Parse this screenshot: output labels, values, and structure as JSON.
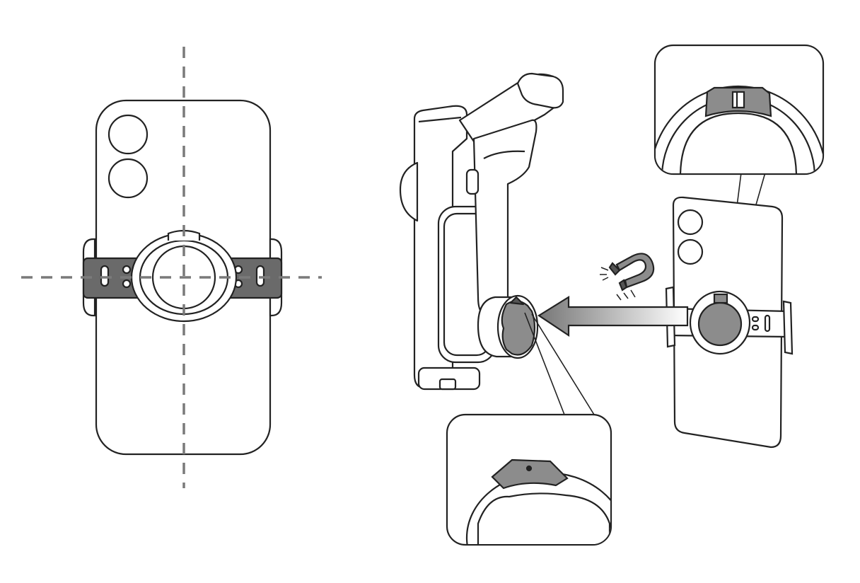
{
  "figure": {
    "panels": [
      {
        "id": "left",
        "subject": "phone-back-with-clamp"
      },
      {
        "id": "right",
        "subject": "gimbal-magnetic-mount"
      }
    ],
    "icons": [
      "phone-icon",
      "clamp-icon",
      "gimbal-icon",
      "magnet-icon",
      "arrow-icon",
      "zoom-callout-icon"
    ],
    "colors": {
      "stroke": "#222222",
      "fill_light": "#ffffff",
      "fill_mid": "#8c8c8c",
      "fill_dark": "#6a6a6a",
      "guide": "#7a7a7a"
    }
  }
}
